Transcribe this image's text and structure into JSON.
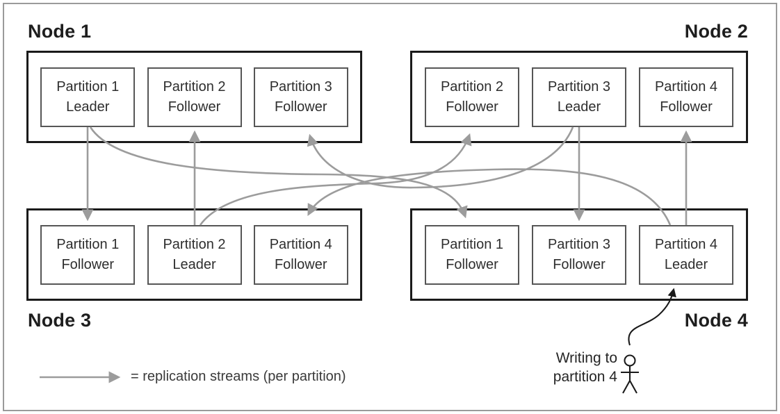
{
  "diagram": {
    "nodes": [
      {
        "label": "Node 1",
        "partitions": [
          {
            "name": "Partition 1",
            "role": "Leader"
          },
          {
            "name": "Partition 2",
            "role": "Follower"
          },
          {
            "name": "Partition 3",
            "role": "Follower"
          }
        ]
      },
      {
        "label": "Node 2",
        "partitions": [
          {
            "name": "Partition 2",
            "role": "Follower"
          },
          {
            "name": "Partition 3",
            "role": "Leader"
          },
          {
            "name": "Partition 4",
            "role": "Follower"
          }
        ]
      },
      {
        "label": "Node 3",
        "partitions": [
          {
            "name": "Partition 1",
            "role": "Follower"
          },
          {
            "name": "Partition 2",
            "role": "Leader"
          },
          {
            "name": "Partition 4",
            "role": "Follower"
          }
        ]
      },
      {
        "label": "Node 4",
        "partitions": [
          {
            "name": "Partition 1",
            "role": "Follower"
          },
          {
            "name": "Partition 3",
            "role": "Follower"
          },
          {
            "name": "Partition 4",
            "role": "Leader"
          }
        ]
      }
    ],
    "streams": [
      {
        "partition": "Partition 1",
        "from": "Node 1",
        "to": "Node 3"
      },
      {
        "partition": "Partition 1",
        "from": "Node 1",
        "to": "Node 4"
      },
      {
        "partition": "Partition 2",
        "from": "Node 3",
        "to": "Node 1"
      },
      {
        "partition": "Partition 2",
        "from": "Node 3",
        "to": "Node 2"
      },
      {
        "partition": "Partition 3",
        "from": "Node 2",
        "to": "Node 4"
      },
      {
        "partition": "Partition 3",
        "from": "Node 2",
        "to": "Node 1"
      },
      {
        "partition": "Partition 4",
        "from": "Node 4",
        "to": "Node 2"
      },
      {
        "partition": "Partition 4",
        "from": "Node 4",
        "to": "Node 3"
      }
    ],
    "legend": {
      "label": "= replication streams (per partition)"
    },
    "writer": {
      "line1": "Writing to",
      "line2": "partition 4"
    },
    "colors": {
      "arrow": "#9c9c9c",
      "ink": "#1a1a1a"
    }
  }
}
